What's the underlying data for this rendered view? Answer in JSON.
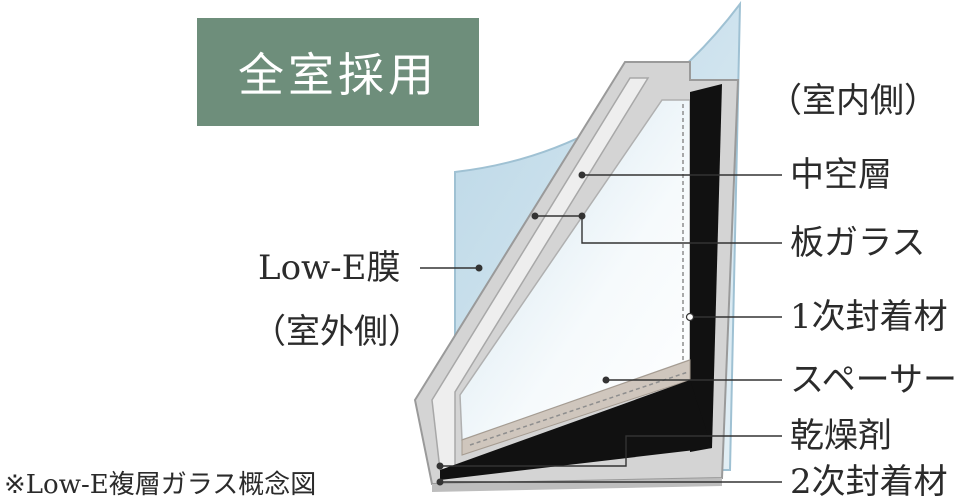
{
  "badge": "全室採用",
  "labels": {
    "interior_side": "（室内側）",
    "hollow_layer": "中空層",
    "plate_glass": "板ガラス",
    "primary_sealant": "1次封着材",
    "spacer": "スペーサー",
    "desiccant": "乾燥剤",
    "secondary_sealant": "2次封着材",
    "low_e_film": "Low-E膜",
    "exterior_side": "（室外側）"
  },
  "footnote": "※Low-E複層ガラス概念図",
  "colors": {
    "badge_bg": "#6e8e7b",
    "glass_tint": "#c9dfea",
    "frame": "#d2d2d2",
    "sealant": "#111111",
    "spacer": "#cfc6bd"
  }
}
